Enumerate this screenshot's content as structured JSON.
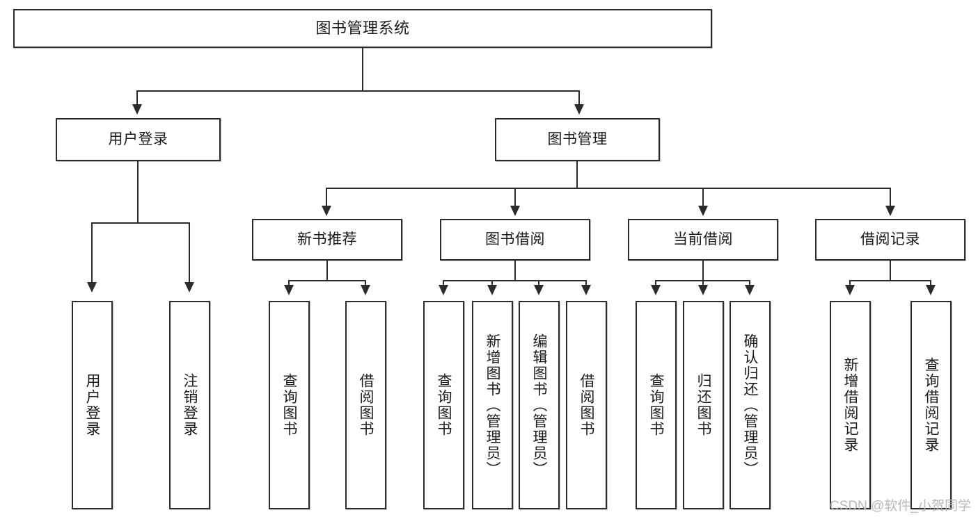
{
  "diagram": {
    "type": "tree-hierarchy-chart",
    "title": "图书管理系统",
    "root": {
      "label": "图书管理系统"
    },
    "level2": [
      {
        "label": "用户登录"
      },
      {
        "label": "图书管理"
      }
    ],
    "level3": [
      {
        "label": "新书推荐"
      },
      {
        "label": "图书借阅"
      },
      {
        "label": "当前借阅"
      },
      {
        "label": "借阅记录"
      }
    ],
    "leaves": {
      "user_login": [
        {
          "label": "用户登录"
        },
        {
          "label": "注销登录"
        }
      ],
      "new_book_recommend": [
        {
          "label": "查询图书"
        },
        {
          "label": "借阅图书"
        }
      ],
      "book_borrow": [
        {
          "label": "查询图书"
        },
        {
          "label": "新增图书（管理员）"
        },
        {
          "label": "编辑图书（管理员）"
        },
        {
          "label": "借阅图书"
        }
      ],
      "current_borrow": [
        {
          "label": "查询图书"
        },
        {
          "label": "归还图书"
        },
        {
          "label": "确认归还（管理员）"
        }
      ],
      "borrow_record": [
        {
          "label": "新增借阅记录"
        },
        {
          "label": "查询借阅记录"
        }
      ]
    }
  },
  "watermark": {
    "text": "CSDN @软件_小贺同学"
  },
  "colors": {
    "stroke": "#2b2b2b",
    "fill": "#ffffff",
    "text": "#1a1a1a",
    "watermark": "#b7b7b7"
  }
}
